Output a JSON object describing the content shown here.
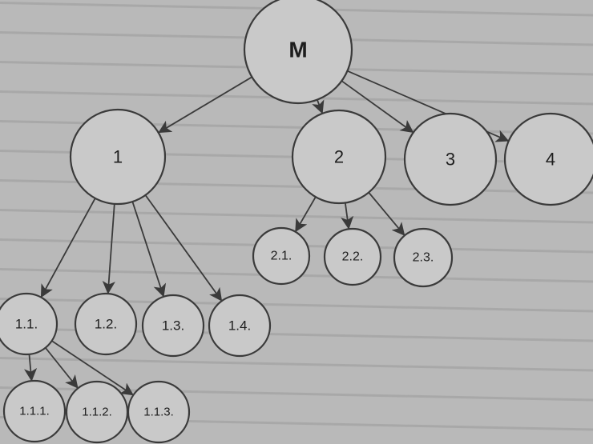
{
  "diagram": {
    "type": "tree",
    "nodes": [
      {
        "id": "M",
        "label": "M"
      },
      {
        "id": "n1",
        "label": "1"
      },
      {
        "id": "n2",
        "label": "2"
      },
      {
        "id": "n3",
        "label": "3"
      },
      {
        "id": "n4",
        "label": "4"
      },
      {
        "id": "n11",
        "label": "1.1."
      },
      {
        "id": "n12",
        "label": "1.2."
      },
      {
        "id": "n13",
        "label": "1.3."
      },
      {
        "id": "n14",
        "label": "1.4."
      },
      {
        "id": "n21",
        "label": "2.1."
      },
      {
        "id": "n22",
        "label": "2.2."
      },
      {
        "id": "n23",
        "label": "2.3."
      },
      {
        "id": "n111",
        "label": "1.1.1."
      },
      {
        "id": "n112",
        "label": "1.1.2."
      },
      {
        "id": "n113",
        "label": "1.1.3."
      }
    ],
    "edges": [
      {
        "from": "M",
        "to": "n1"
      },
      {
        "from": "M",
        "to": "n2"
      },
      {
        "from": "M",
        "to": "n3"
      },
      {
        "from": "M",
        "to": "n4"
      },
      {
        "from": "n1",
        "to": "n11"
      },
      {
        "from": "n1",
        "to": "n12"
      },
      {
        "from": "n1",
        "to": "n13"
      },
      {
        "from": "n1",
        "to": "n14"
      },
      {
        "from": "n2",
        "to": "n21"
      },
      {
        "from": "n2",
        "to": "n22"
      },
      {
        "from": "n2",
        "to": "n23"
      },
      {
        "from": "n11",
        "to": "n111"
      },
      {
        "from": "n11",
        "to": "n112"
      },
      {
        "from": "n11",
        "to": "n113"
      }
    ]
  }
}
